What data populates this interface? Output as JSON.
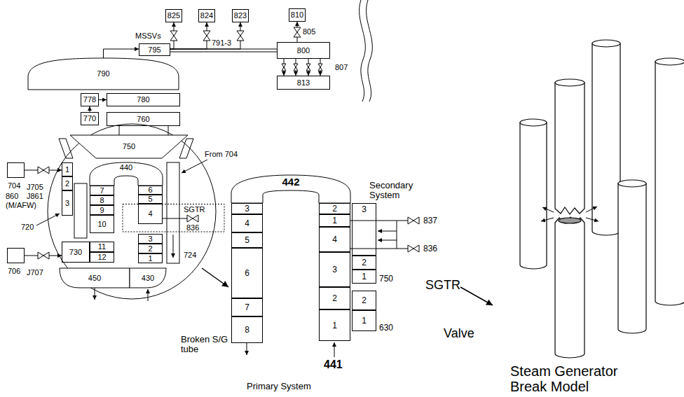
{
  "diagram": {
    "nodes": [
      {
        "text": [
          "825"
        ]
      },
      {
        "text": [
          "824"
        ]
      },
      {
        "text": [
          "823"
        ]
      },
      {
        "text": [
          "810"
        ]
      },
      {
        "text": [
          "795"
        ]
      },
      {
        "text": [
          "800"
        ]
      },
      {
        "text": [
          "813"
        ]
      },
      {
        "text": [
          "790"
        ]
      },
      {
        "text": [
          "778"
        ]
      },
      {
        "text": [
          "780"
        ]
      },
      {
        "text": [
          "770"
        ]
      },
      {
        "text": [
          "760"
        ]
      },
      {
        "text": [
          "750"
        ]
      },
      {
        "text": [
          "704"
        ]
      },
      {
        "text": [
          "706"
        ]
      },
      {
        "text": [
          "1"
        ]
      },
      {
        "text": [
          "2"
        ]
      },
      {
        "text": [
          "3"
        ]
      },
      {
        "text": [
          "440"
        ]
      },
      {
        "text": [
          "7"
        ]
      },
      {
        "text": [
          "8"
        ]
      },
      {
        "text": [
          "9"
        ]
      },
      {
        "text": [
          "10"
        ]
      },
      {
        "text": [
          "6"
        ]
      },
      {
        "text": [
          "5"
        ]
      },
      {
        "text": [
          "4"
        ]
      },
      {
        "text": [
          "3"
        ]
      },
      {
        "text": [
          "2"
        ]
      },
      {
        "text": [
          "1"
        ]
      },
      {
        "text": [
          "730"
        ]
      },
      {
        "text": [
          "11"
        ]
      },
      {
        "text": [
          "12"
        ]
      },
      {
        "text": [
          "450"
        ]
      },
      {
        "text": [
          "430"
        ]
      },
      {
        "text": [
          "442"
        ]
      },
      {
        "text": [
          "3"
        ]
      },
      {
        "text": [
          "2"
        ]
      },
      {
        "text": [
          "4"
        ]
      },
      {
        "text": [
          "5"
        ]
      },
      {
        "text": [
          "6"
        ]
      },
      {
        "text": [
          "7"
        ]
      },
      {
        "text": [
          "8"
        ]
      },
      {
        "text": [
          "1"
        ]
      },
      {
        "text": [
          "4"
        ]
      },
      {
        "text": [
          "3"
        ]
      },
      {
        "text": [
          "2"
        ]
      },
      {
        "text": [
          "1"
        ]
      },
      {
        "text": [
          "3"
        ]
      },
      {
        "text": [
          "2"
        ]
      },
      {
        "text": [
          "1"
        ]
      },
      {
        "text": [
          "2"
        ]
      },
      {
        "text": [
          "1"
        ]
      }
    ],
    "edges": [
      {
        "from": 7,
        "to": 4,
        "arrow": "to"
      },
      {
        "from": 4,
        "to": 5,
        "arrow": "none"
      },
      {
        "from": 4,
        "to": 0,
        "arrow": "to"
      },
      {
        "from": 4,
        "to": 1,
        "arrow": "to"
      },
      {
        "from": 4,
        "to": 2,
        "arrow": "to"
      },
      {
        "from": 5,
        "to": 3,
        "arrow": "to"
      },
      {
        "from": 5,
        "to": 6,
        "arrow": "to"
      },
      {
        "from": 5,
        "to": 6,
        "arrow": "to"
      },
      {
        "from": 5,
        "to": 6,
        "arrow": "to"
      },
      {
        "from": 5,
        "to": 6,
        "arrow": "to"
      },
      {
        "from": 10,
        "to": 8,
        "arrow": "to"
      },
      {
        "from": 8,
        "to": 9,
        "arrow": "to"
      },
      {
        "from": 13,
        "to": 15,
        "arrow": "to"
      },
      {
        "from": 14,
        "to": 29,
        "arrow": "to"
      }
    ],
    "labels": [
      "MSSVs",
      "791-3",
      "805",
      "807",
      "J705",
      "860",
      "J861",
      "(M/AFW)",
      "J707",
      "720",
      "From 704",
      "SGTR",
      "836",
      "724",
      "Secondary System",
      "837",
      "836",
      "750",
      "630",
      "Broken S/G tube",
      "441",
      "Primary System",
      "SGTR",
      "Valve",
      "Steam Generator Break Model"
    ]
  }
}
